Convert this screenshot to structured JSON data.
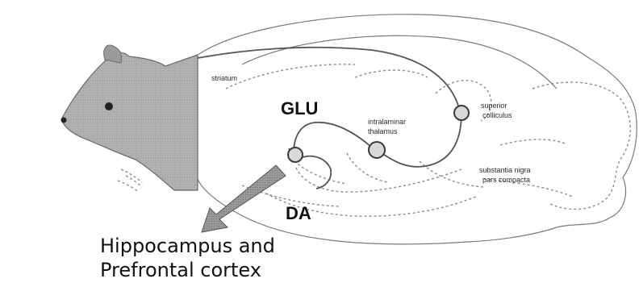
{
  "labels": {
    "striatum": "striatum",
    "glu": "GLU",
    "da": "DA",
    "intralaminar_line1": "intralaminar",
    "intralaminar_line2": "thalamus",
    "superior_line1": "superior",
    "superior_line2": "colliculus",
    "nigra_line1": "substantia nigra",
    "nigra_line2": "pars compacta"
  },
  "caption": {
    "line1": "Hippocampus and",
    "line2": "Prefrontal cortex"
  },
  "colors": {
    "rat_fill": "#a8a8a8",
    "arrow_fill": "#8a8a8a",
    "node_fill": "#d9d9d9"
  }
}
